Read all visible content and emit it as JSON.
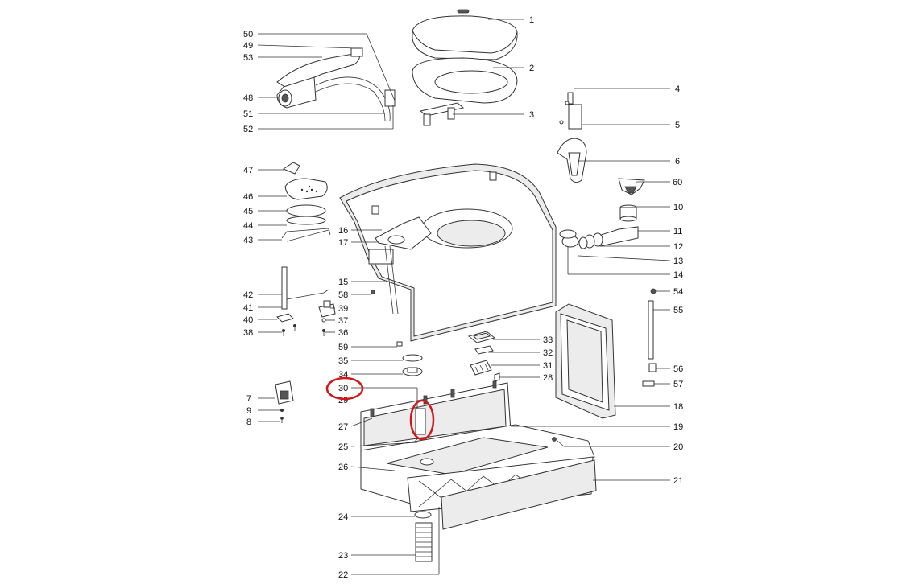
{
  "diagram": {
    "callouts": {
      "1": "1",
      "2": "2",
      "3": "3",
      "4": "4",
      "5": "5",
      "6": "6",
      "7": "7",
      "8": "8",
      "9": "9",
      "10": "10",
      "11": "11",
      "12": "12",
      "13": "13",
      "14": "14",
      "15": "15",
      "16": "16",
      "17": "17",
      "18": "18",
      "19": "19",
      "20": "20",
      "21": "21",
      "22": "22",
      "23": "23",
      "24": "24",
      "25": "25",
      "26": "26",
      "27": "27",
      "29": "29",
      "28": "28",
      "30": "30",
      "31": "31",
      "32": "32",
      "33": "33",
      "34": "34",
      "35": "35",
      "36": "36",
      "37": "37",
      "38": "38",
      "39": "39",
      "40": "40",
      "41": "41",
      "42": "42",
      "43": "43",
      "44": "44",
      "45": "45",
      "46": "46",
      "47": "47",
      "48": "48",
      "49": "49",
      "50": "50",
      "51": "51",
      "52": "52",
      "53": "53",
      "54": "54",
      "55": "55",
      "56": "56",
      "57": "57",
      "58": "58",
      "59": "59",
      "60": "60"
    },
    "highlight_color": "#d0181c",
    "highlighted_part": "30"
  }
}
